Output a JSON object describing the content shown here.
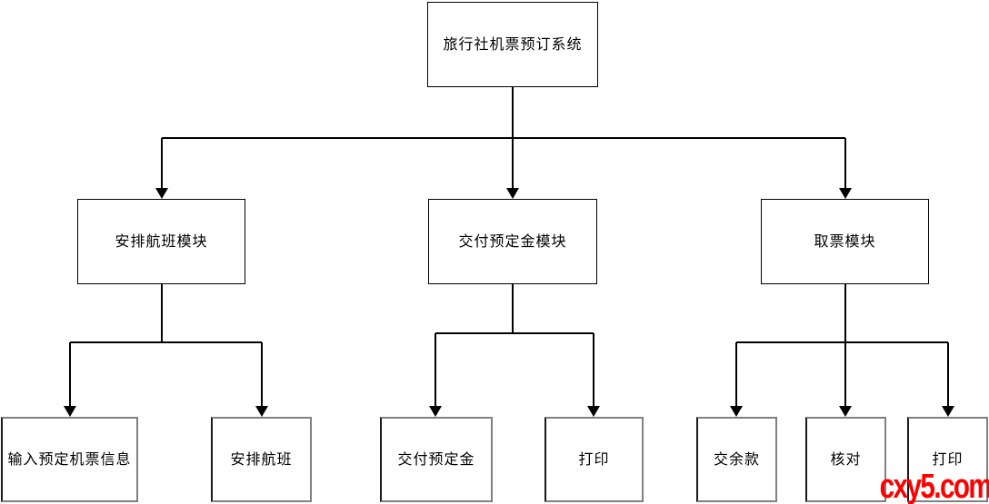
{
  "diagram": {
    "root": {
      "label": "旅行社机票预订系统"
    },
    "modules": [
      {
        "label": "安排航班模块"
      },
      {
        "label": "交付预定金模块"
      },
      {
        "label": "取票模块"
      }
    ],
    "tasks": [
      {
        "label": "输入预定机票信息",
        "parent": "安排航班模块"
      },
      {
        "label": "安排航班",
        "parent": "安排航班模块"
      },
      {
        "label": "交付预定金",
        "parent": "交付预定金模块"
      },
      {
        "label": "打印",
        "parent": "交付预定金模块"
      },
      {
        "label": "交余款",
        "parent": "取票模块"
      },
      {
        "label": "核对",
        "parent": "取票模块"
      },
      {
        "label": "打印",
        "parent": "取票模块"
      }
    ]
  },
  "watermark": {
    "text": "cxy5.com",
    "color": "#ff0000"
  },
  "colors": {
    "background": "#ffffff",
    "line": "#000000",
    "box_border_upper": "#000000",
    "box_border_leaf": "#808080",
    "text": "#000000"
  }
}
